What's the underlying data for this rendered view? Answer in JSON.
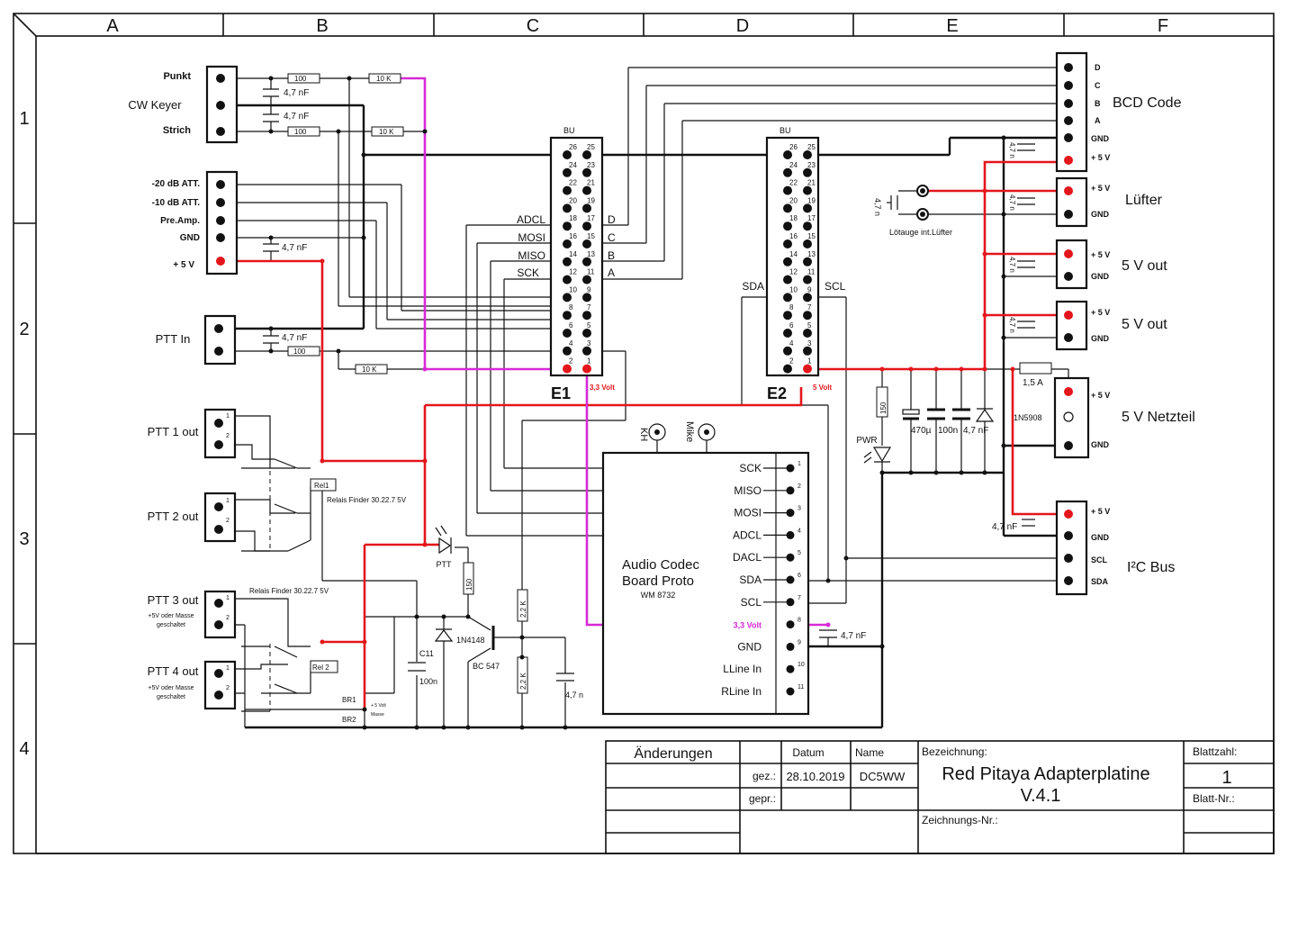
{
  "grid": {
    "columns": [
      "A",
      "B",
      "C",
      "D",
      "E",
      "F"
    ],
    "rows": [
      "1",
      "2",
      "3",
      "4"
    ]
  },
  "title_block": {
    "changes_label": "Änderungen",
    "date_label": "Datum",
    "name_label": "Name",
    "drawn_label": "gez.:",
    "checked_label": "gepr.:",
    "drawn_date": "28.10.2019",
    "drawn_name": "DC5WW",
    "designation_label": "Bezeichnung:",
    "title_line1": "Red Pitaya Adapterplatine",
    "title_line2": "V.4.1",
    "sheet_count_label": "Blattzahl:",
    "sheet_count": "1",
    "sheet_no_label": "Blatt-Nr.:",
    "drawing_no_label": "Zeichnungs-Nr.:"
  },
  "cw_keyer": {
    "label": "CW Keyer",
    "pins": [
      "Punkt",
      "Strich"
    ],
    "r1": "100",
    "r2": "100",
    "r3": "10 K",
    "r4": "10 K",
    "cap": "4,7 nF"
  },
  "att": {
    "pins": [
      "-20 dB ATT.",
      "-10 dB ATT.",
      "Pre.Amp.",
      "GND",
      "+ 5 V"
    ],
    "cap": "4,7 nF"
  },
  "ptt_in": {
    "label": "PTT In",
    "cap": "4,7 nF",
    "r1": "100",
    "r2": "10 K"
  },
  "ptt_outs": {
    "ptt1": "PTT 1 out",
    "ptt2": "PTT 2 out",
    "ptt3": "PTT 3 out",
    "ptt4": "PTT 4 out",
    "switched_note": "+5V oder Masse",
    "switched_note2": "geschaltet",
    "pin1": "1",
    "pin2": "2"
  },
  "relays": {
    "rel1": "Rel1",
    "rel2": "Rel 2",
    "rel1_note": "Relais Finder 30.22.7  5V",
    "rel2_note": "Relais Finder 30.22.7  5V",
    "br1": "BR1",
    "br2": "BR2",
    "br_note1": "+ 5 Volt",
    "br_note2": "Masse"
  },
  "ptt_driver": {
    "led": "PTT",
    "r_led": "150",
    "cap": "C11",
    "cap_val": "100n",
    "diode": "1N4148",
    "transistor": "BC 547",
    "r1": "2,2 K",
    "r2": "2,2 K",
    "cap2": "4,7 n"
  },
  "e1": {
    "label": "E1",
    "header": "BU",
    "signals_left": [
      "ADCL",
      "MOSI",
      "MISO",
      "SCK"
    ],
    "signals_right": [
      "D",
      "C",
      "B",
      "A"
    ],
    "volt": "3,3 Volt",
    "pin_nums": [
      [
        "26",
        "25"
      ],
      [
        "24",
        "23"
      ],
      [
        "22",
        "21"
      ],
      [
        "20",
        "19"
      ],
      [
        "18",
        "17"
      ],
      [
        "16",
        "15"
      ],
      [
        "14",
        "13"
      ],
      [
        "12",
        "11"
      ],
      [
        "10",
        "9"
      ],
      [
        "8",
        "7"
      ],
      [
        "6",
        "5"
      ],
      [
        "4",
        "3"
      ],
      [
        "2",
        "1"
      ]
    ]
  },
  "e2": {
    "label": "E2",
    "header": "BU",
    "sda": "SDA",
    "scl": "SCL",
    "volt": "5 Volt"
  },
  "codec": {
    "line1": "Audio Codec",
    "line2": "Board Proto",
    "chip": "WM 8732",
    "jack1": "KH",
    "jack2": "Mike",
    "pins": [
      "SCK",
      "MISO",
      "MOSI",
      "ADCL",
      "DACL",
      "SDA",
      "SCL",
      "3,3 Volt",
      "GND",
      "LLine In",
      "RLine In"
    ],
    "pin_nums": [
      "1",
      "2",
      "3",
      "4",
      "5",
      "6",
      "7",
      "8",
      "9",
      "10",
      "11"
    ],
    "cap": "4,7 nF"
  },
  "right_side": {
    "bcd_label": "BCD Code",
    "bcd_pins": [
      "D",
      "C",
      "B",
      "A",
      "GND",
      "+ 5 V"
    ],
    "fan_label": "Lüfter",
    "fan_pins": [
      "+ 5 V",
      "GND"
    ],
    "fan_solder": "Lötauge int.Lüfter",
    "out1_label": "5 V out",
    "out2_label": "5 V out",
    "out_pins": [
      "+ 5 V",
      "GND"
    ],
    "psu_label": "5 V Netzteil",
    "psu_pins": [
      "+ 5 V",
      "GND"
    ],
    "fuse": "1,5 A",
    "diode": "1N5908",
    "i2c_label": "I²C Bus",
    "i2c_pins": [
      "+ 5 V",
      "GND",
      "SCL",
      "SDA"
    ],
    "cap_small": "4,7 n",
    "caps": [
      "470µ",
      "100n",
      "4,7 nF"
    ],
    "i2c_cap": "4,7 nF",
    "pwr": "PWR",
    "r_pwr": "150"
  }
}
